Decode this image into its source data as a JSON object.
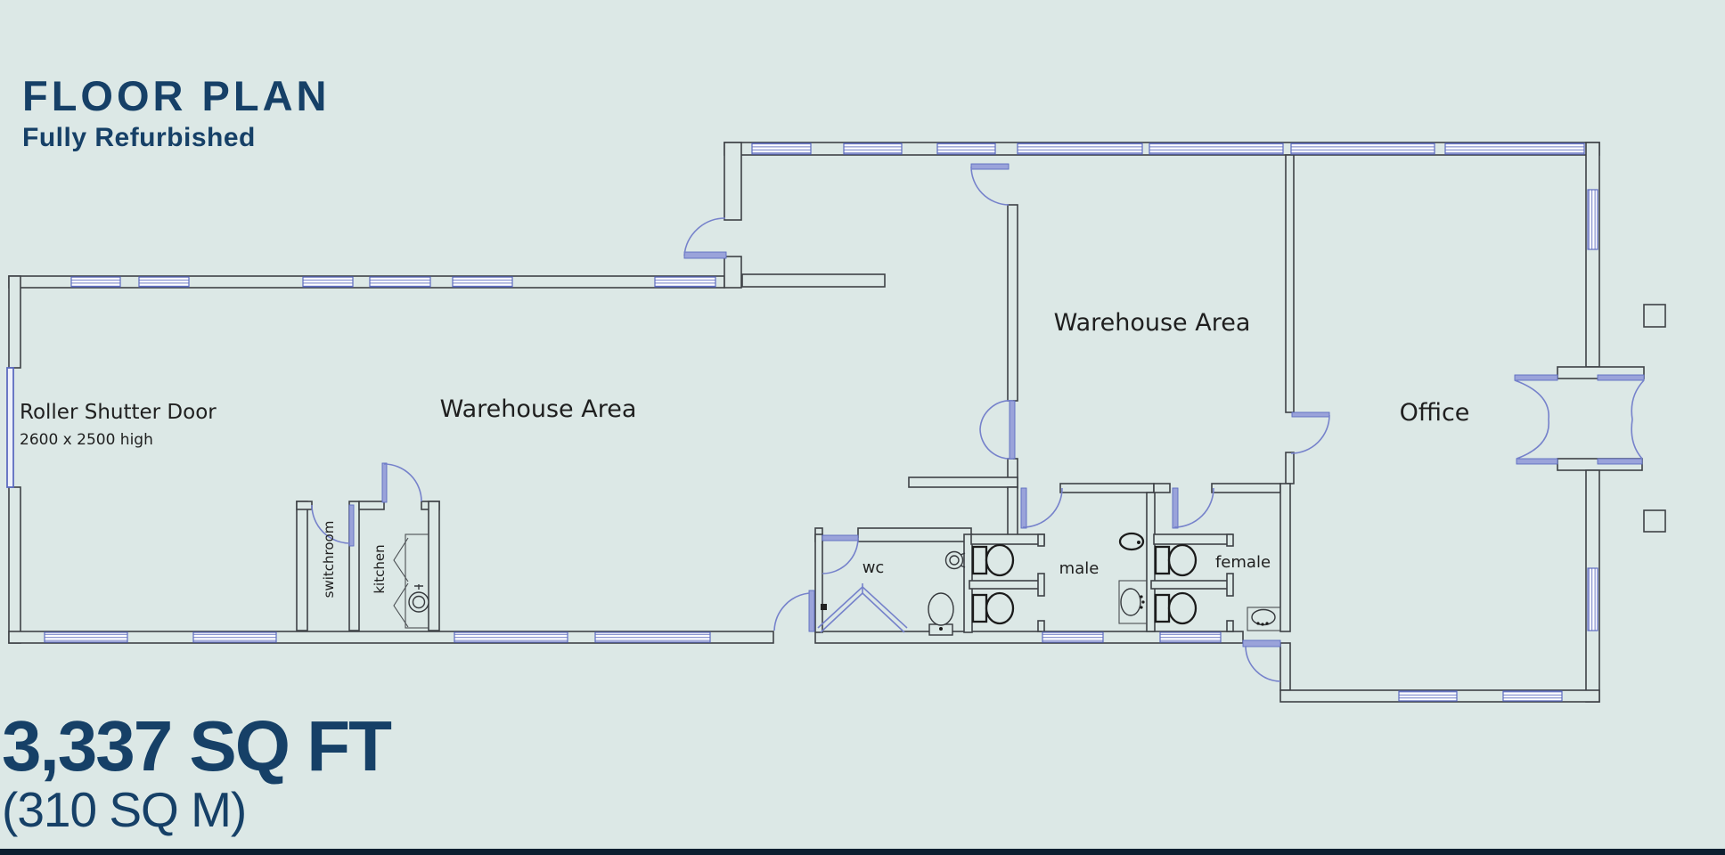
{
  "header": {
    "title": "FLOOR PLAN",
    "subtitle": "Fully Refurbished"
  },
  "footer": {
    "area_imperial": "3,337 SQ FT",
    "area_metric": "(310 SQ M)"
  },
  "plan": {
    "rooms": {
      "warehouse_left": "Warehouse Area",
      "warehouse_right": "Warehouse Area",
      "office": "Office",
      "switchroom": "switchroom",
      "kitchen": "kitchen",
      "wc": "wc",
      "male": "male",
      "female": "female"
    },
    "annotations": {
      "roller_shutter_title": "Roller Shutter Door",
      "roller_shutter_size": "2600 x 2500 high"
    }
  },
  "colors": {
    "background": "#dce8e6",
    "navy": "#164067",
    "wall_gray": "#3e4247",
    "joinery_blue": "#5d6cc0",
    "door_arc_blue": "#7682cb",
    "label_ink": "#1f1f1f",
    "fixture_black": "#1b1b1b",
    "bottom_bar": "#0c1f30"
  }
}
